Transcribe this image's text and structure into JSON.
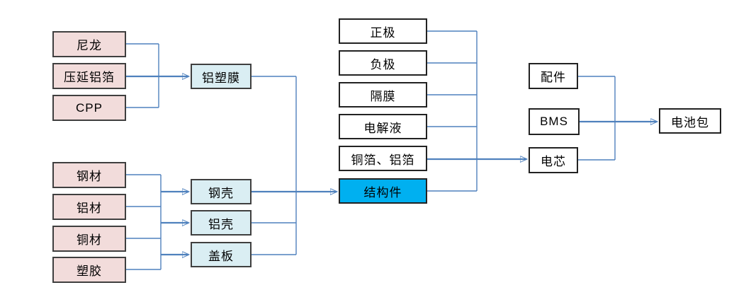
{
  "diagram": {
    "title": "battery-supply-chain-flowchart",
    "nodes": {
      "nylon": {
        "label": "尼龙",
        "type": "raw-material"
      },
      "rolled_al_foil": {
        "label": "压延铝箔",
        "type": "raw-material"
      },
      "cpp": {
        "label": "CPP",
        "type": "raw-material"
      },
      "al_plastic_film": {
        "label": "铝塑膜",
        "type": "component"
      },
      "steel": {
        "label": "钢材",
        "type": "raw-material"
      },
      "aluminum": {
        "label": "铝材",
        "type": "raw-material"
      },
      "copper": {
        "label": "铜材",
        "type": "raw-material"
      },
      "plastic": {
        "label": "塑胶",
        "type": "raw-material"
      },
      "steel_shell": {
        "label": "钢壳",
        "type": "component"
      },
      "al_shell": {
        "label": "铝壳",
        "type": "component"
      },
      "cover_plate": {
        "label": "盖板",
        "type": "component"
      },
      "cathode": {
        "label": "正极",
        "type": "cell-material"
      },
      "anode": {
        "label": "负极",
        "type": "cell-material"
      },
      "separator": {
        "label": "隔膜",
        "type": "cell-material"
      },
      "electrolyte": {
        "label": "电解液",
        "type": "cell-material"
      },
      "cu_al_foil": {
        "label": "铜箔、铝箔",
        "type": "cell-material"
      },
      "structural_parts": {
        "label": "结构件",
        "type": "cell-material-highlighted"
      },
      "accessories": {
        "label": "配件",
        "type": "pack-part"
      },
      "bms": {
        "label": "BMS",
        "type": "pack-part"
      },
      "cell": {
        "label": "电芯",
        "type": "pack-part"
      },
      "battery_pack": {
        "label": "电池包",
        "type": "final-product"
      }
    },
    "edges": [
      "尼龙/压延铝箔/CPP → 铝塑膜",
      "钢材/铝材/铜材/塑胶 → 钢壳/铝壳/盖板",
      "铝塑膜/钢壳/铝壳/盖板 → 结构件",
      "正极/负极/隔膜/电解液/铜箔、铝箔/结构件 → 电芯",
      "配件/BMS/电芯 → 电池包"
    ],
    "colors": {
      "pink_fill": "#F2DCDB",
      "lightblue_fill": "#DAEEF3",
      "highlight_fill": "#00B0F0",
      "white_fill": "#FFFFFF",
      "box_border": "#3F3F3F",
      "dark_border": "#222222",
      "connector": "#4F81BD",
      "text_color": "#000000"
    }
  }
}
